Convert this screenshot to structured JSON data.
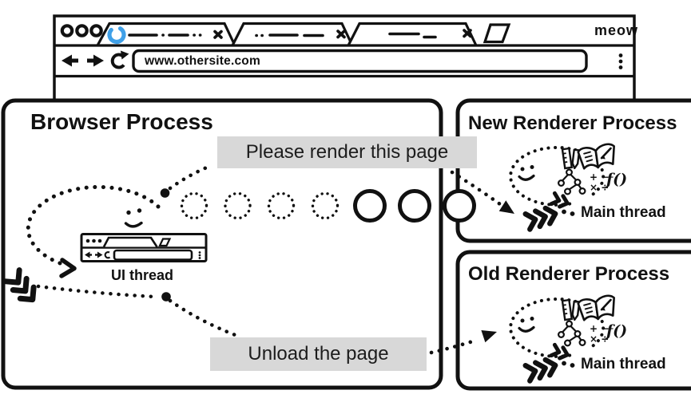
{
  "colors": {
    "accent_blue": "#3fa0e8",
    "label_bg": "#d8d8d8",
    "ink": "#111111"
  },
  "browser_window": {
    "brand_label": "meow",
    "address_bar": {
      "value": "www.othersite.com"
    }
  },
  "processes": {
    "browser": {
      "title": "Browser Process",
      "thread_label": "UI thread"
    },
    "new_renderer": {
      "title": "New Renderer Process",
      "thread_label": "Main thread"
    },
    "old_renderer": {
      "title": "Old Renderer Process",
      "thread_label": "Main thread"
    }
  },
  "messages": {
    "render_request": "Please render this page",
    "unload_request": "Unload the page"
  },
  "doodle_icons": {
    "math_row1": "+ −",
    "math_row2": "× ÷",
    "function": "f()"
  }
}
